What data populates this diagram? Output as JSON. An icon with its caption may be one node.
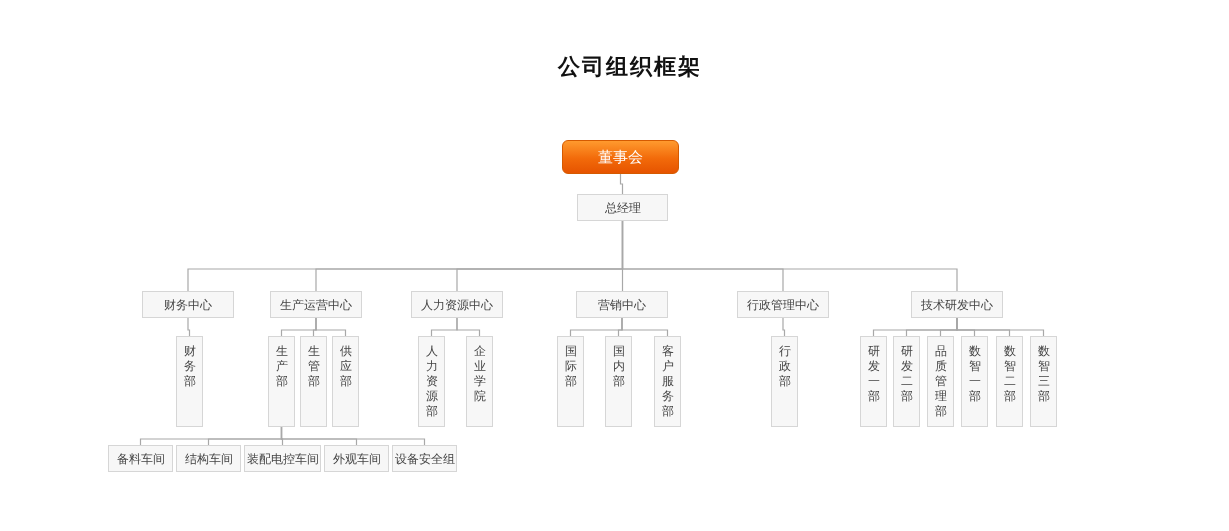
{
  "diagram": {
    "title": "公司组织框架",
    "nodes": [
      {
        "text": [
          "董事会"
        ]
      },
      {
        "text": [
          "总经理"
        ]
      },
      {
        "text": [
          "财务中心"
        ]
      },
      {
        "text": [
          "生产运营中心"
        ]
      },
      {
        "text": [
          "人力资源中心"
        ]
      },
      {
        "text": [
          "营销中心"
        ]
      },
      {
        "text": [
          "行政管理中心"
        ]
      },
      {
        "text": [
          "技术研发中心"
        ]
      },
      {
        "text": [
          "财务部"
        ]
      },
      {
        "text": [
          "生产部"
        ]
      },
      {
        "text": [
          "生管部"
        ]
      },
      {
        "text": [
          "供应部"
        ]
      },
      {
        "text": [
          "人力资源部"
        ]
      },
      {
        "text": [
          "企业学院"
        ]
      },
      {
        "text": [
          "国际部"
        ]
      },
      {
        "text": [
          "国内部"
        ]
      },
      {
        "text": [
          "客户服务部"
        ]
      },
      {
        "text": [
          "行政部"
        ]
      },
      {
        "text": [
          "研发一部"
        ]
      },
      {
        "text": [
          "研发二部"
        ]
      },
      {
        "text": [
          "品质管理部"
        ]
      },
      {
        "text": [
          "数智一部"
        ]
      },
      {
        "text": [
          "数智二部"
        ]
      },
      {
        "text": [
          "数智三部"
        ]
      },
      {
        "text": [
          "备料车间"
        ]
      },
      {
        "text": [
          "结构车间"
        ]
      },
      {
        "text": [
          "装配电控车间"
        ]
      },
      {
        "text": [
          "外观车间"
        ]
      },
      {
        "text": [
          "设备安全组"
        ]
      }
    ],
    "edges": [
      {
        "from": 0,
        "to": 1,
        "arrow": "none"
      },
      {
        "from": 1,
        "to": 2,
        "arrow": "none"
      },
      {
        "from": 1,
        "to": 3,
        "arrow": "none"
      },
      {
        "from": 1,
        "to": 4,
        "arrow": "none"
      },
      {
        "from": 1,
        "to": 5,
        "arrow": "none"
      },
      {
        "from": 1,
        "to": 6,
        "arrow": "none"
      },
      {
        "from": 1,
        "to": 7,
        "arrow": "none"
      },
      {
        "from": 2,
        "to": 8,
        "arrow": "none"
      },
      {
        "from": 3,
        "to": 9,
        "arrow": "none"
      },
      {
        "from": 3,
        "to": 10,
        "arrow": "none"
      },
      {
        "from": 3,
        "to": 11,
        "arrow": "none"
      },
      {
        "from": 4,
        "to": 12,
        "arrow": "none"
      },
      {
        "from": 4,
        "to": 13,
        "arrow": "none"
      },
      {
        "from": 5,
        "to": 14,
        "arrow": "none"
      },
      {
        "from": 5,
        "to": 15,
        "arrow": "none"
      },
      {
        "from": 5,
        "to": 16,
        "arrow": "none"
      },
      {
        "from": 6,
        "to": 17,
        "arrow": "none"
      },
      {
        "from": 7,
        "to": 18,
        "arrow": "none"
      },
      {
        "from": 7,
        "to": 19,
        "arrow": "none"
      },
      {
        "from": 7,
        "to": 20,
        "arrow": "none"
      },
      {
        "from": 7,
        "to": 21,
        "arrow": "none"
      },
      {
        "from": 7,
        "to": 22,
        "arrow": "none"
      },
      {
        "from": 7,
        "to": 23,
        "arrow": "none"
      },
      {
        "from": 9,
        "to": 24,
        "arrow": "none"
      },
      {
        "from": 9,
        "to": 25,
        "arrow": "none"
      },
      {
        "from": 9,
        "to": 26,
        "arrow": "none"
      },
      {
        "from": 9,
        "to": 27,
        "arrow": "none"
      },
      {
        "from": 9,
        "to": 28,
        "arrow": "none"
      }
    ]
  }
}
